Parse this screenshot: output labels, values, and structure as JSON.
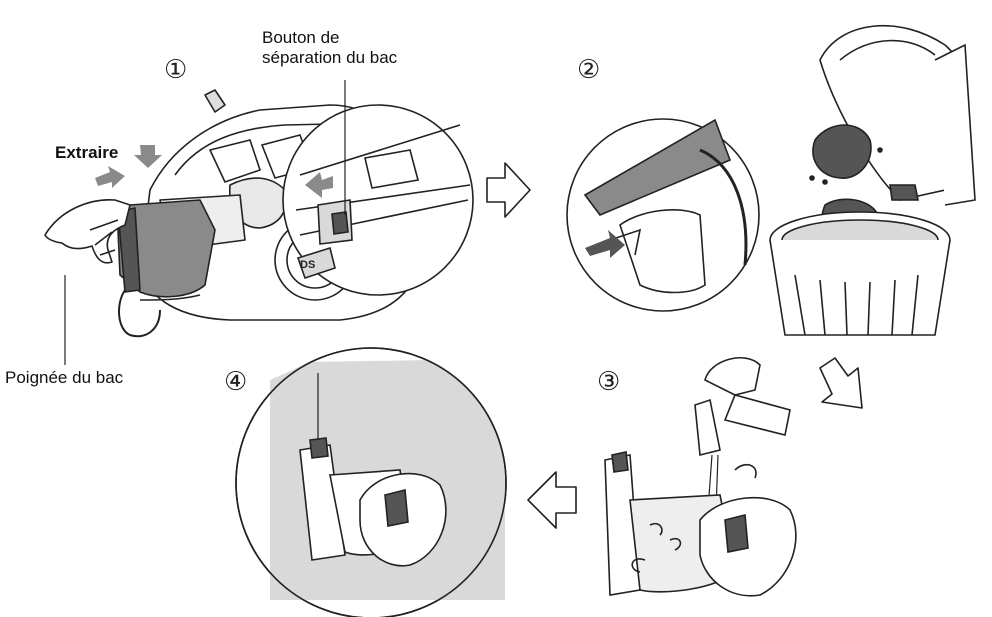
{
  "steps": [
    {
      "number": "①"
    },
    {
      "number": "②"
    },
    {
      "number": "③"
    },
    {
      "number": "④"
    }
  ],
  "labels": {
    "extract": "Extraire",
    "release_button_line1": "Bouton de",
    "release_button_line2": "séparation du bac",
    "bin_handle": "Poignée du bac"
  },
  "colors": {
    "line": "#222222",
    "gray_fill": "#8a8a8a",
    "light_gray": "#d9d9d9",
    "arrow_fill": "#ffffff"
  }
}
